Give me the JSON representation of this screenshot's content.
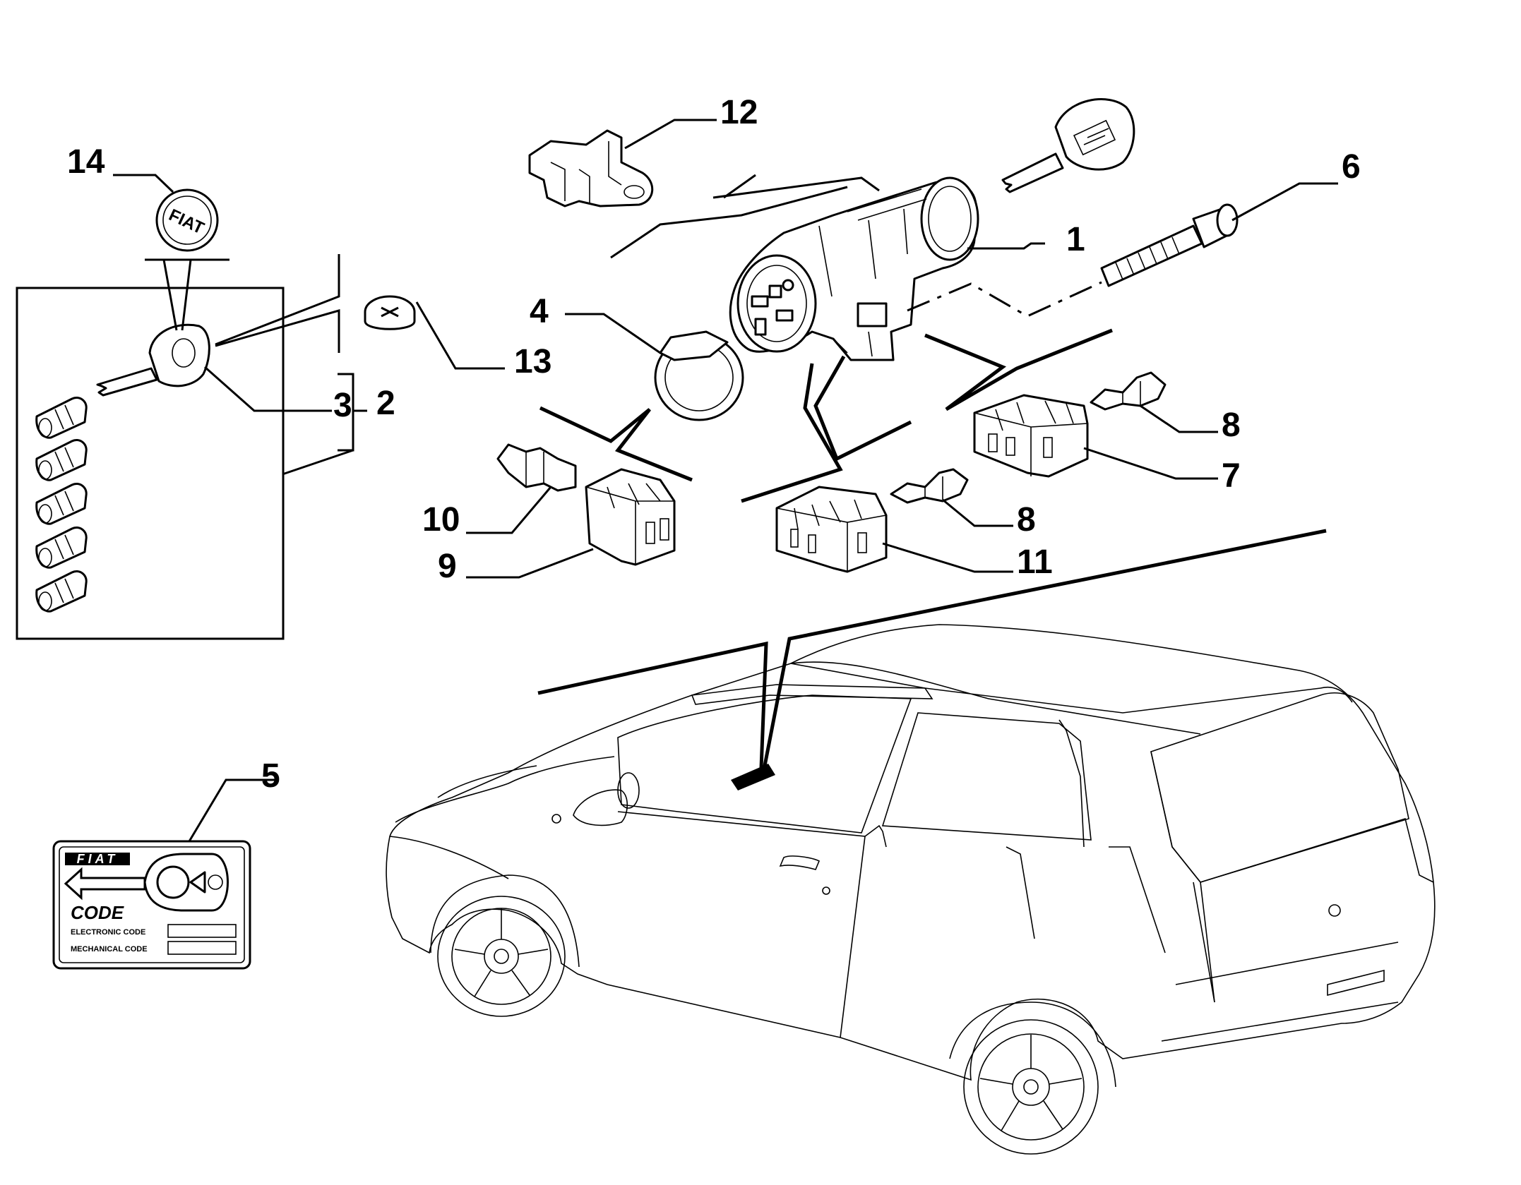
{
  "diagram": {
    "callouts": {
      "c1": "1",
      "c2": "2",
      "c3": "3",
      "c4": "4",
      "c5": "5",
      "c6": "6",
      "c7": "7",
      "c8a": "8",
      "c8b": "8",
      "c9": "9",
      "c10": "10",
      "c11": "11",
      "c12": "12",
      "c13": "13",
      "c14": "14"
    },
    "badge_text": "FIAT",
    "code_card": {
      "brand": "FIAT",
      "title": "CODE",
      "electronic_label": "ELECTRONIC CODE",
      "mechanical_label": "MECHANICAL CODE"
    }
  }
}
